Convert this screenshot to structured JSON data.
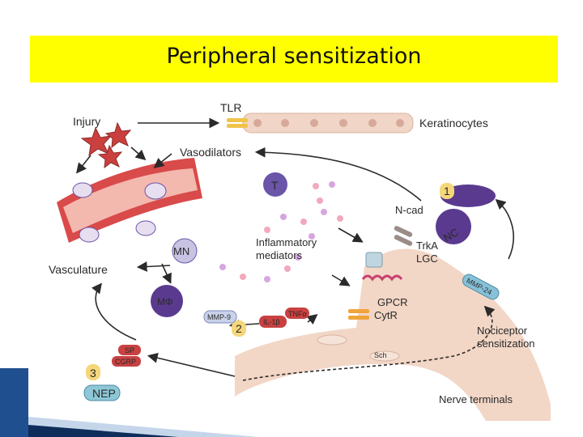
{
  "title": "Peripheral sensitization",
  "labels": {
    "injury": "Injury",
    "tlr": "TLR",
    "keratinocytes": "Keratinocytes",
    "vasodilators": "Vasodilators",
    "vasculature": "Vasculature",
    "t_cell": "T",
    "ncad": "N-cad",
    "mn": "MN",
    "inflammatory_line1": "Inflammatory",
    "inflammatory_line2": "mediators",
    "trka": "TrkA",
    "lgc": "LGC",
    "gpcr": "GPCR",
    "cytr": "CytR",
    "mphi": "MΦ",
    "mmp9": "MMP-9",
    "il1b": "IL-1β",
    "tnfa": "TNFα",
    "mmp24": "MMP-24",
    "nc": "NC",
    "sp": "SP",
    "cgrp": "CGRP",
    "nep": "NEP",
    "sch": "Sch",
    "nociceptor_line1": "Nociceptor",
    "nociceptor_line2": "sensitization",
    "nerve_terminals": "Nerve terminals",
    "step1": "1",
    "step2": "2",
    "step3": "3"
  },
  "colors": {
    "title_band": "#ffff00",
    "injury_star": "#c9403f",
    "vessel": "#d94a4a",
    "vessel_inner": "#f3b8ae",
    "nerve": "#f2d6c6",
    "t_cell": "#6a55a8",
    "mast_cell": "#5a3a8e",
    "il1b_badge": "#c94141",
    "tnfa_badge": "#c94141",
    "mmp9_badge": "#c9d2ea",
    "mmp24_badge": "#86c1d8",
    "nep_badge": "#8ec7d6",
    "step_badge": "#f5d77a",
    "corner_blue": "#1f4f8e"
  },
  "icons": [
    "injury-star-icon",
    "t-cell-icon",
    "macrophage-icon",
    "mast-cell-icon",
    "receptor-icon"
  ]
}
